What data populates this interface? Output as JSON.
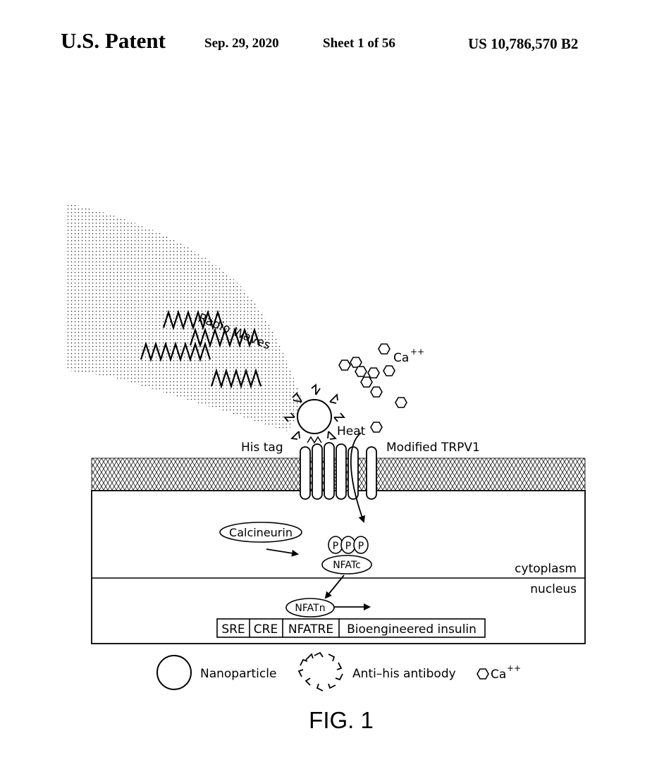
{
  "header": {
    "title": "U.S. Patent",
    "date": "Sep. 29, 2020",
    "sheet": "Sheet 1 of 56",
    "patent_number": "US 10,786,570 B2"
  },
  "figure": {
    "radio_waves_label": "Radio Waves",
    "ca_label": "Ca",
    "ca_superscript": "++",
    "heat_label": "Heat",
    "his_tag_label": "His tag",
    "trpv1_label": "Modified TRPV1",
    "calcineurin_label": "Calcineurin",
    "phosphate_label": "P",
    "nfatc_label": "NFATc",
    "nfatn_label": "NFATn",
    "cytoplasm_label": "cytoplasm",
    "nucleus_label": "nucleus",
    "gene_boxes": [
      "SRE",
      "CRE",
      "NFATRE",
      "Bioengineered insulin"
    ],
    "legend": {
      "nanoparticle": "Nanoparticle",
      "antibody": "Anti–his antibody",
      "ca": "Ca",
      "ca_superscript": "++"
    },
    "caption": "FIG. 1"
  }
}
